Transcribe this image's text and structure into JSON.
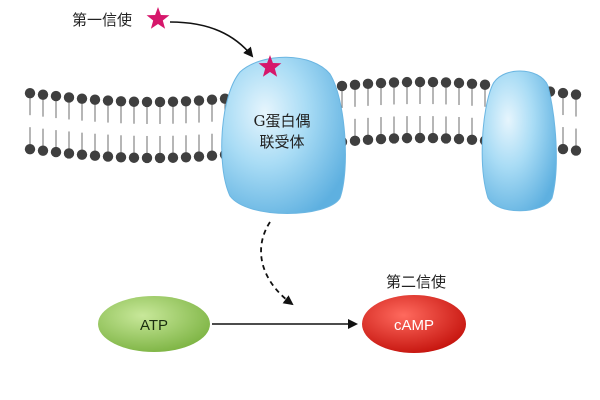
{
  "labels": {
    "first_messenger": "第一信使",
    "receptor_line1": "G蛋白偶",
    "receptor_line2": "联受体",
    "second_messenger": "第二信使"
  },
  "nodes": {
    "atp": "ATP",
    "camp": "cAMP"
  },
  "colors": {
    "star": "#d6176b",
    "lipid_head": "#3f3f3f",
    "lipid_tail": "#7a7a7a",
    "receptor": "#8ccbee",
    "receptor_edge": "#5aa7d8",
    "atp_fill": "#8bc34a",
    "camp_fill": "#e2231a",
    "arrow": "#111111"
  },
  "icons": {
    "ligand": "star-icon"
  }
}
